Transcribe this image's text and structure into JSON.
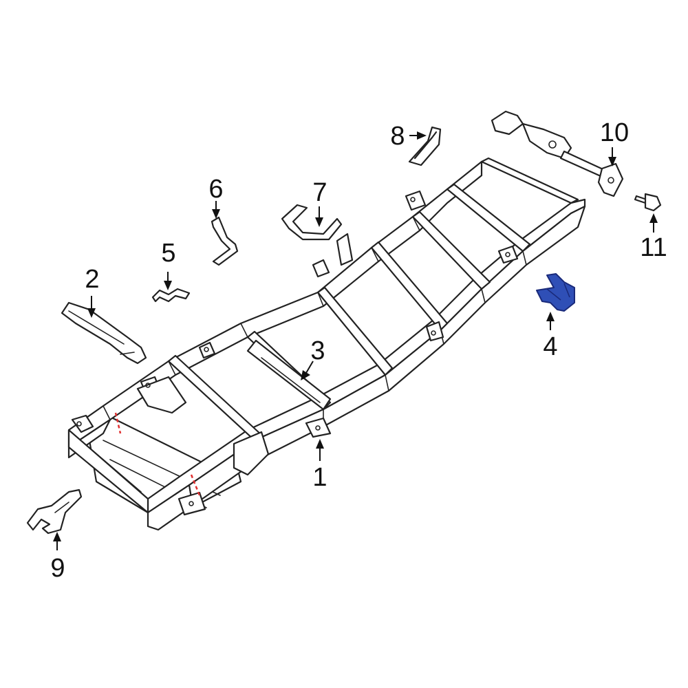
{
  "diagram": {
    "callouts": [
      {
        "id": "1",
        "label": "1"
      },
      {
        "id": "2",
        "label": "2"
      },
      {
        "id": "3",
        "label": "3"
      },
      {
        "id": "4",
        "label": "4"
      },
      {
        "id": "5",
        "label": "5"
      },
      {
        "id": "6",
        "label": "6"
      },
      {
        "id": "7",
        "label": "7"
      },
      {
        "id": "8",
        "label": "8"
      },
      {
        "id": "9",
        "label": "9"
      },
      {
        "id": "10",
        "label": "10"
      },
      {
        "id": "11",
        "label": "11"
      }
    ],
    "colors": {
      "outline": "#222222",
      "highlight_fill": "#2f4fb6",
      "highlight_stroke": "#1a2a7a",
      "cut_mark": "#e03030",
      "background": "#ffffff"
    },
    "highlighted_part": "4"
  }
}
